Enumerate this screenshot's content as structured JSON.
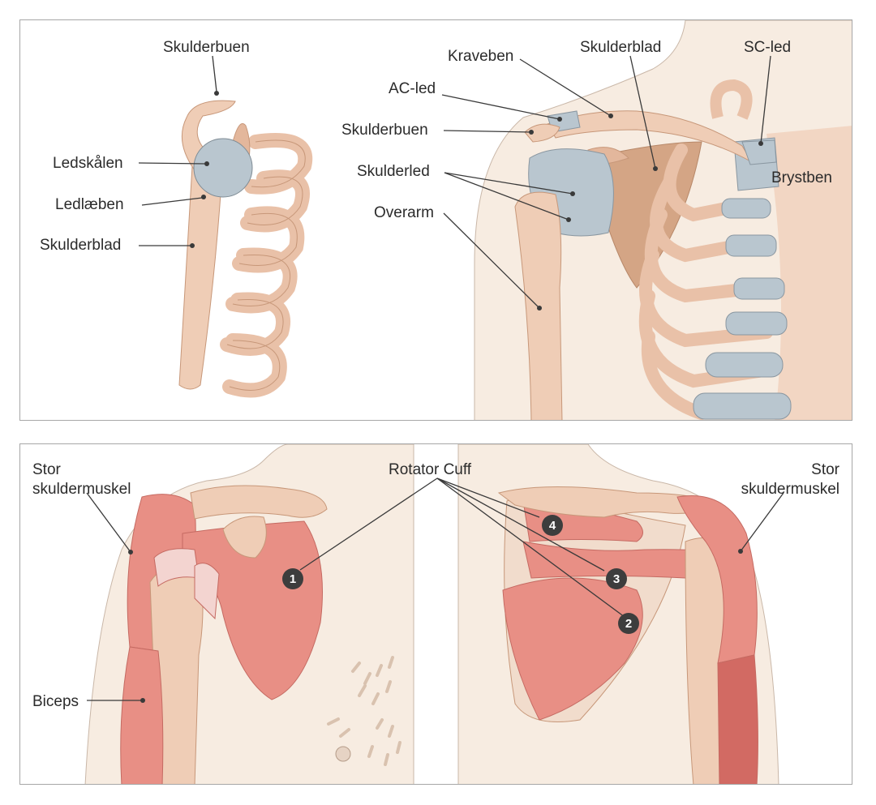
{
  "top_panel": {
    "left_view": {
      "skulderbuen": "Skulderbuen",
      "ledskaalen": "Ledskålen",
      "ledlaeben": "Ledlæben",
      "skulderblad": "Skulderblad"
    },
    "right_view": {
      "kraveben": "Kraveben",
      "skulderblad": "Skulderblad",
      "sc_led": "SC-led",
      "ac_led": "AC-led",
      "skulderbuen": "Skulderbuen",
      "skulderled": "Skulderled",
      "overarm": "Overarm",
      "brystben": "Brystben"
    }
  },
  "bottom_panel": {
    "stor_skuldermuskel_left_line1": "Stor",
    "stor_skuldermuskel_left_line2": "skuldermuskel",
    "rotator_cuff": "Rotator Cuff",
    "stor_skuldermuskel_right_line1": "Stor",
    "stor_skuldermuskel_right_line2": "skuldermuskel",
    "biceps": "Biceps",
    "markers": [
      "1",
      "2",
      "3",
      "4"
    ]
  },
  "colors": {
    "skin": "#f7ece1",
    "bone": "#efcdb6",
    "bone_dark": "#d9a488",
    "cartilage": "#b9c6cf",
    "muscle": "#e88f85",
    "muscle_dark": "#d26a63",
    "scapula_back": "#d4a585"
  }
}
